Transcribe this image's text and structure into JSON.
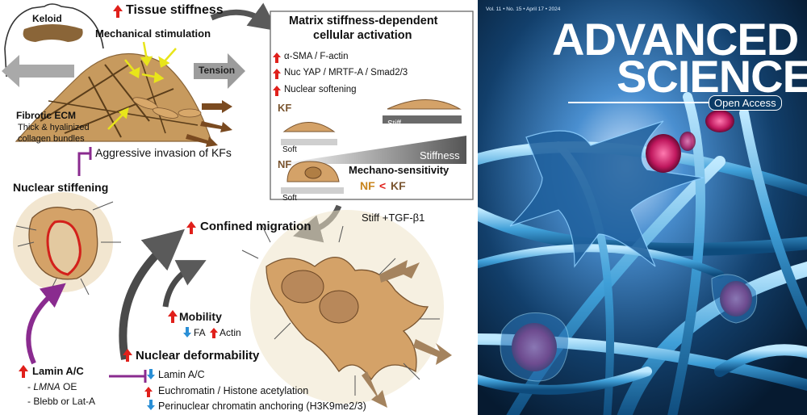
{
  "figure": {
    "keloid": "Keloid",
    "tissue_stiffness": "Tissue stiffness",
    "mechanical_stimulation": "Mechanical stimulation",
    "tension": "Tension",
    "fibrotic_ecm": "Fibrotic ECM",
    "collagen_line1": "Thick & hyalinized",
    "collagen_line2": "collagen bundles",
    "aggressive_invasion": "Aggressive invasion of KFs",
    "matrix_box": {
      "title_line1": "Matrix stiffness-dependent",
      "title_line2": "cellular activation",
      "bullet1": "α-SMA / F-actin",
      "bullet2": "Nuc YAP / MRTF-A / Smad2/3",
      "bullet3": "Nuclear softening",
      "kf": "KF",
      "soft": "Soft",
      "stiff": "Stiff",
      "stiffness": "Stiffness",
      "nf": "NF",
      "soft2": "Soft",
      "mechano": "Mechano-sensitivity",
      "nf_cmp": "NF",
      "lt": "<",
      "kf_cmp": "KF"
    },
    "nuclear_stiffening": "Nuclear stiffening",
    "confined_migration": "Confined migration",
    "stiff_tgf": "Stiff +TGF-β1",
    "mobility": "Mobility",
    "fa": "FA",
    "actin": "Actin",
    "nuclear_deformability": "Nuclear deformability",
    "lamin_ac": "Lamin A/C",
    "lmna": "LMNA",
    "oe": " OE",
    "blebb": "Blebb or Lat-A",
    "dash1": "- ",
    "dash2": "- ",
    "lamin_down": "Lamin A/C",
    "euchromatin": "Euchromatin / Histone acetylation",
    "perinuclear": "Perinuclear chromatin anchoring (H3K9me2/3)"
  },
  "cover": {
    "volume_line": "Vol. 11 • No. 15 • April 17 • 2024",
    "title_line1": "ADVANCED",
    "title_line2": "SCIENCE",
    "open_access": "Open Access"
  },
  "colors": {
    "up_arrow": "#e0201b",
    "down_arrow": "#2a8fd6",
    "purple": "#8a2b8f",
    "cell_fill": "#d4a268",
    "cover_bg": "#0b2a4a"
  },
  "icons": [
    "up-arrow-icon",
    "down-arrow-icon",
    "inhibition-icon",
    "curved-arrow-icon",
    "tension-arrow-icon"
  ]
}
